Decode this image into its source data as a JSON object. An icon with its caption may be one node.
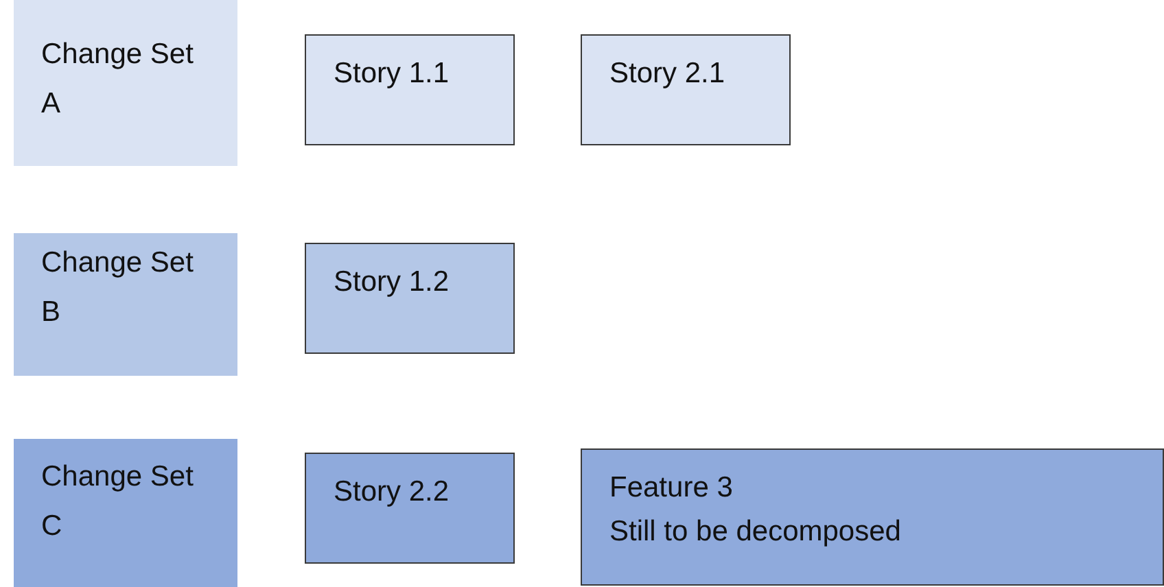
{
  "diagram": {
    "nodes": [
      {
        "text": [
          "Change Set A"
        ]
      },
      {
        "text": [
          "Story 1.1"
        ]
      },
      {
        "text": [
          "Story 2.1"
        ]
      },
      {
        "text": [
          "Change Set B"
        ]
      },
      {
        "text": [
          "Story 1.2"
        ]
      },
      {
        "text": [
          "Change Set C"
        ]
      },
      {
        "text": [
          "Story 2.2"
        ]
      },
      {
        "text": [
          "Feature 3",
          "Still to be decomposed"
        ]
      }
    ]
  }
}
